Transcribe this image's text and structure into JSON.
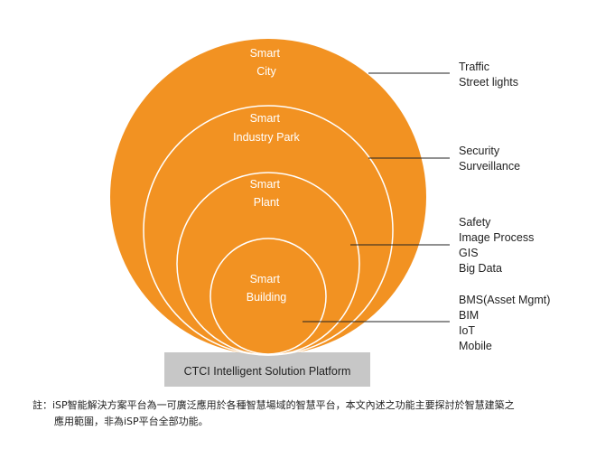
{
  "circles": [
    {
      "line1": "Smart",
      "line2": "City"
    },
    {
      "line1": "Smart",
      "line2": "Industry  Park"
    },
    {
      "line1": "Smart",
      "line2": "Plant"
    },
    {
      "line1": "Smart",
      "line2": "Building"
    }
  ],
  "categories": [
    {
      "lines": [
        "Traffic",
        "Street lights"
      ]
    },
    {
      "lines": [
        "Security",
        "Surveillance"
      ]
    },
    {
      "lines": [
        "Safety",
        "Image  Process",
        "GIS",
        "Big Data"
      ]
    },
    {
      "lines": [
        "BMS(Asset Mgmt)",
        "BIM",
        "IoT",
        "Mobile"
      ]
    }
  ],
  "platform": {
    "label": "CTCI Intelligent  Solution  Platform"
  },
  "colors": {
    "orange": "#f29222",
    "platform_bg": "#c7c7c7",
    "ring_stroke": "#ffffff"
  },
  "note": {
    "line1": "註：iSP智能解決方案平台為一可廣泛應用於各種智慧場域的智慧平台，本文內述之功能主要探討於智慧建築之",
    "line2": "應用範圍，非為iSP平台全部功能。"
  }
}
